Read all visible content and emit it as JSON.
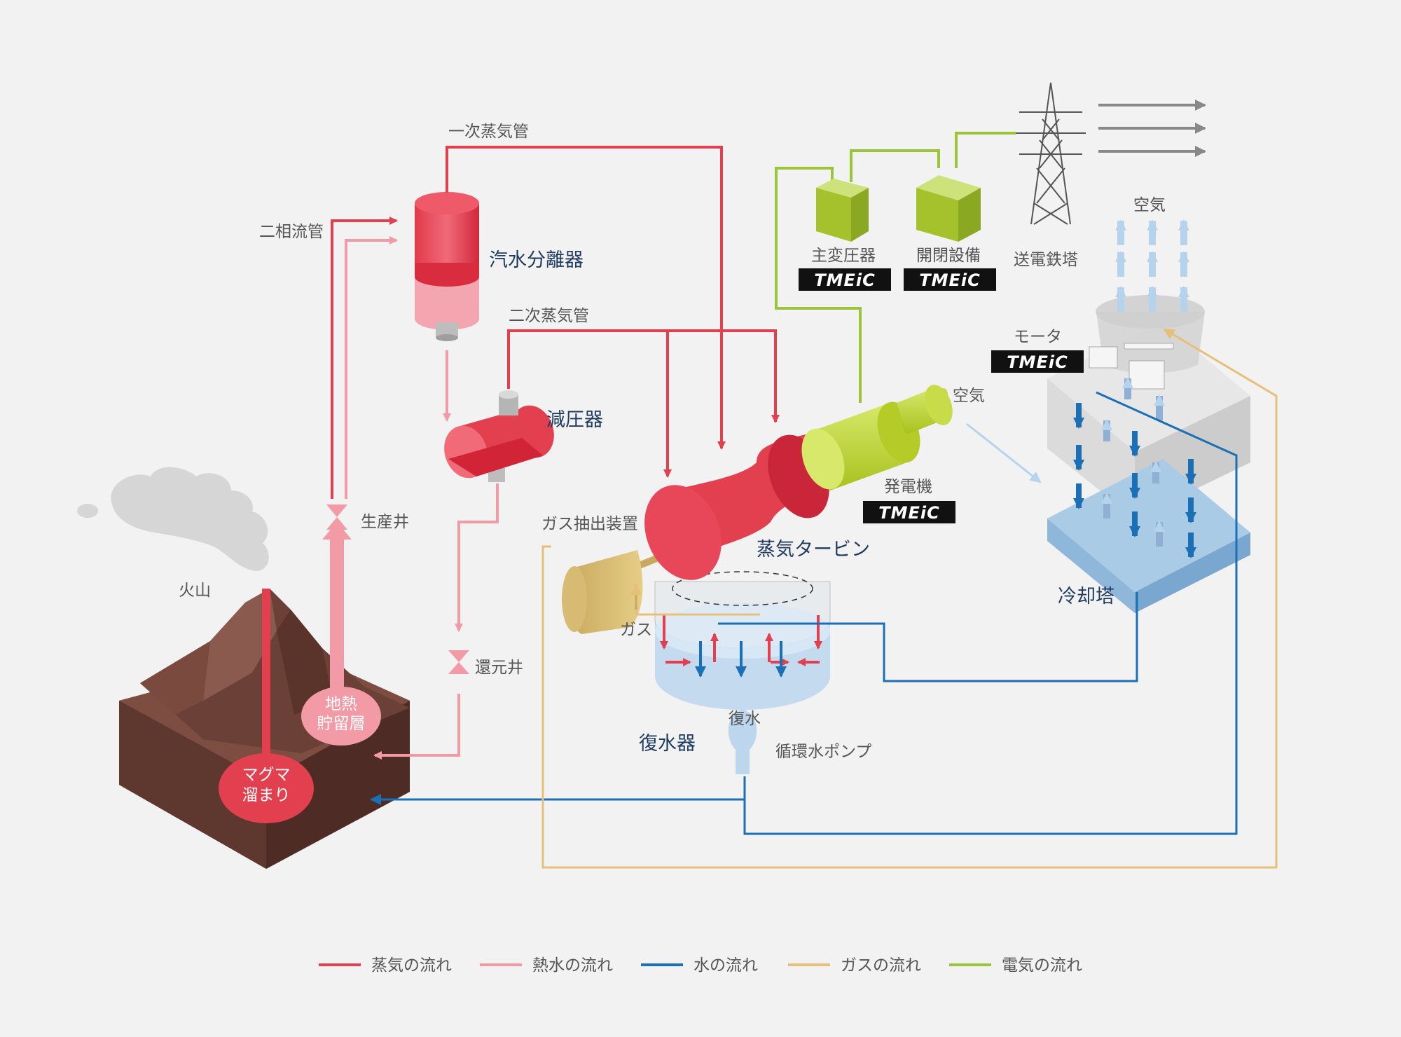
{
  "labels": {
    "primary_steam_pipe": "一次蒸気管",
    "two_phase_pipe": "二相流管",
    "separator": "汽水分離器",
    "secondary_steam_pipe": "二次蒸気管",
    "pressure_reducer": "減圧器",
    "main_transformer": "主変圧器",
    "switchgear": "開閉設備",
    "transmission_tower": "送電鉄塔",
    "air_top": "空気",
    "motor": "モータ",
    "air_side": "空気",
    "generator": "発電機",
    "gas_extractor": "ガス抽出装置",
    "steam_turbine": "蒸気タービン",
    "production_well": "生産井",
    "volcano": "火山",
    "reinjection_well": "還元井",
    "gas": "ガス",
    "condensate": "復水",
    "condenser": "復水器",
    "circulating_pump": "循環水ポンプ",
    "cooling_tower": "冷却塔",
    "reservoir_line1": "地熱",
    "reservoir_line2": "貯留層",
    "magma_line1": "マグマ",
    "magma_line2": "溜まり"
  },
  "badges": {
    "transformer": "TMEiC",
    "switchgear": "TMEiC",
    "motor": "TMEiC",
    "generator": "TMEiC"
  },
  "legend": [
    {
      "label": "蒸気の流れ",
      "color": "#e2404e"
    },
    {
      "label": "熱水の流れ",
      "color": "#f29aa6"
    },
    {
      "label": "水の流れ",
      "color": "#1a6fb5"
    },
    {
      "label": "ガスの流れ",
      "color": "#e6c07a"
    },
    {
      "label": "電気の流れ",
      "color": "#9cc43a"
    }
  ],
  "colors": {
    "steam": "#e2404e",
    "hot_water": "#f29aa6",
    "water": "#1a6fb5",
    "gas": "#e6c07a",
    "electric": "#9cc43a"
  }
}
